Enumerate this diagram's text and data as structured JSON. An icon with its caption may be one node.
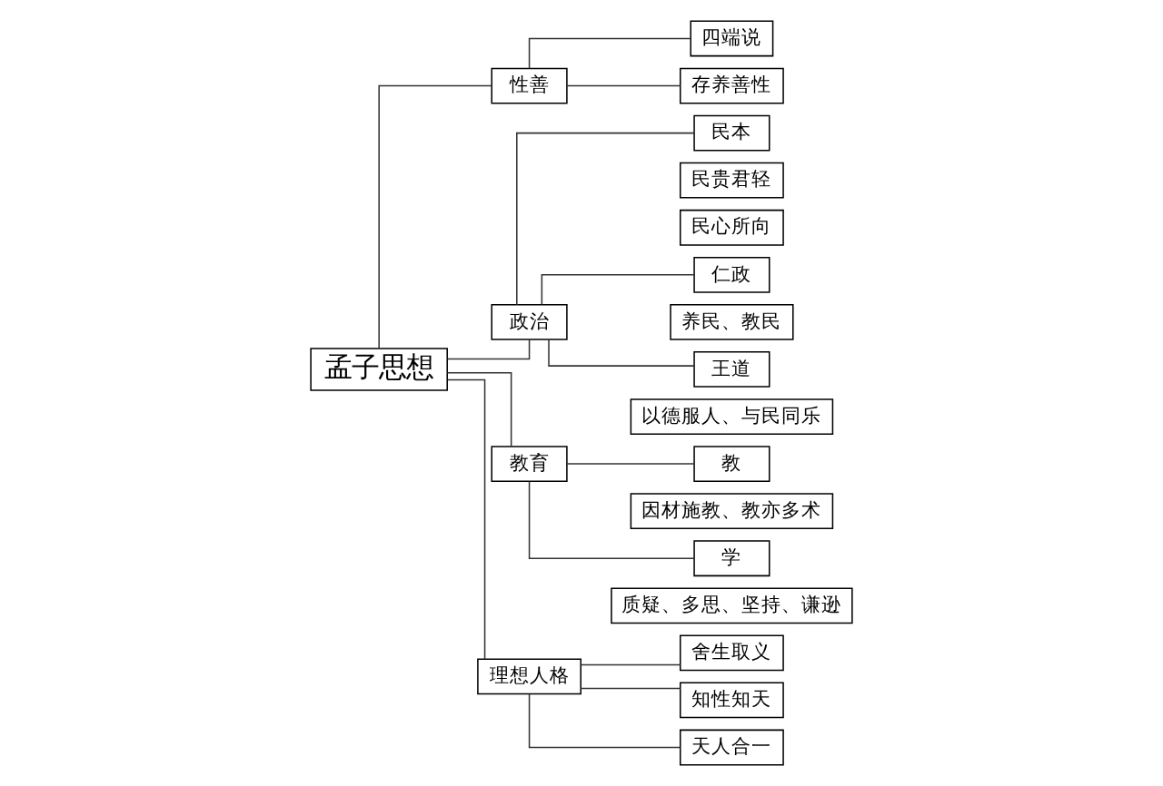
{
  "diagram": {
    "nodes": [
      {
        "text": [
          "孟子思想"
        ]
      },
      {
        "text": [
          "性善"
        ]
      },
      {
        "text": [
          "四端说"
        ]
      },
      {
        "text": [
          "存养善性"
        ]
      },
      {
        "text": [
          "政治"
        ]
      },
      {
        "text": [
          "民本"
        ]
      },
      {
        "text": [
          "民贵君轻"
        ]
      },
      {
        "text": [
          "民心所向"
        ]
      },
      {
        "text": [
          "仁政"
        ]
      },
      {
        "text": [
          "养民、教民"
        ]
      },
      {
        "text": [
          "王道"
        ]
      },
      {
        "text": [
          "以德服人、与民同乐"
        ]
      },
      {
        "text": [
          "教育"
        ]
      },
      {
        "text": [
          "教"
        ]
      },
      {
        "text": [
          "因材施教、教亦多术"
        ]
      },
      {
        "text": [
          "学"
        ]
      },
      {
        "text": [
          "质疑、多思、坚持、谦逊"
        ]
      },
      {
        "text": [
          "理想人格"
        ]
      },
      {
        "text": [
          "舍生取义"
        ]
      },
      {
        "text": [
          "知性知天"
        ]
      },
      {
        "text": [
          "天人合一"
        ]
      }
    ],
    "edges": [
      {
        "from": 0,
        "to": 1,
        "arrow": "none"
      },
      {
        "from": 0,
        "to": 4,
        "arrow": "none"
      },
      {
        "from": 0,
        "to": 12,
        "arrow": "none"
      },
      {
        "from": 0,
        "to": 17,
        "arrow": "none"
      },
      {
        "from": 1,
        "to": 2,
        "arrow": "none"
      },
      {
        "from": 1,
        "to": 3,
        "arrow": "none"
      },
      {
        "from": 4,
        "to": 5,
        "arrow": "none"
      },
      {
        "from": 4,
        "to": 8,
        "arrow": "none"
      },
      {
        "from": 4,
        "to": 10,
        "arrow": "none"
      },
      {
        "from": 12,
        "to": 13,
        "arrow": "none"
      },
      {
        "from": 12,
        "to": 15,
        "arrow": "none"
      },
      {
        "from": 17,
        "to": 18,
        "arrow": "none"
      },
      {
        "from": 17,
        "to": 19,
        "arrow": "none"
      },
      {
        "from": 17,
        "to": 20,
        "arrow": "none"
      }
    ]
  }
}
